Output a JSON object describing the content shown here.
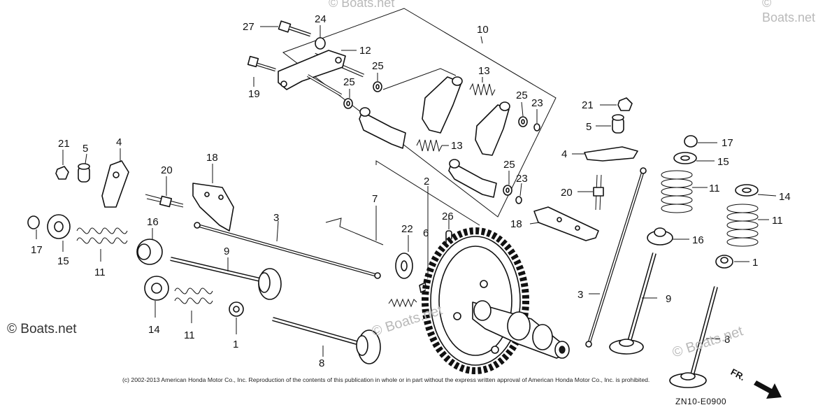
{
  "watermarks": {
    "main": "© Boats.net",
    "mid": "© Boats.net",
    "right": "© Boats.net",
    "top": "© Boats.net",
    "corner": "© Boats.net"
  },
  "copyright": "(c) 2002-2013 American Honda Motor Co., Inc. Reproduction of the contents of this publication in whole or in part without the express written approval of American Honda Motor Co., Inc. is prohibited.",
  "diagram_code": "ZN10-E0900",
  "front_label": "FR.",
  "callouts": {
    "c27": "27",
    "c24": "24",
    "c10": "10",
    "c12": "12",
    "c19": "19",
    "c25a": "25",
    "c25b": "25",
    "c13a": "13",
    "c25c": "25",
    "c23a": "23",
    "c13b": "13",
    "c25d": "25",
    "c23b": "23",
    "c21L": "21",
    "c5L": "5",
    "c4L": "4",
    "c20L": "20",
    "c18L": "18",
    "c17L": "17",
    "c15L": "15",
    "c11L": "11",
    "c16L": "16",
    "c9L": "9",
    "c3L": "3",
    "c7": "7",
    "c2": "2",
    "c26": "26",
    "c22": "22",
    "c6": "6",
    "c14L": "14",
    "c11L2": "11",
    "c1L": "1",
    "c8L": "8",
    "c21R": "21",
    "c5R": "5",
    "c4R": "4",
    "c20R": "20",
    "c18R": "18",
    "c17R": "17",
    "c15R": "15",
    "c11R": "11",
    "c14R": "14",
    "c11R2": "11",
    "c16R": "16",
    "c1R": "1",
    "c3R": "3",
    "c9R": "9",
    "c8R": "8"
  }
}
